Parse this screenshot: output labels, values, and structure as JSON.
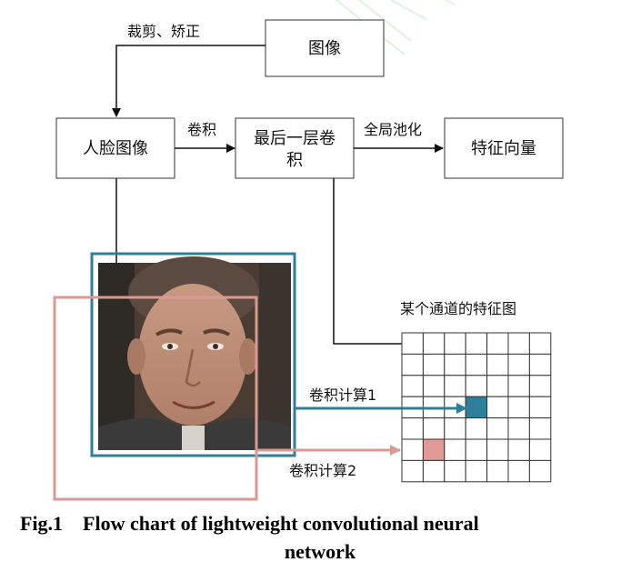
{
  "diagram": {
    "nodes": {
      "image": "图像",
      "face_image": "人脸图像",
      "last_conv_line1": "最后一层卷",
      "last_conv_line2": "积",
      "feature_vector": "特征向量"
    },
    "edges": {
      "crop_align": "裁剪、矫正",
      "convolution": "卷积",
      "global_pooling": "全局池化"
    },
    "feature_map": {
      "title": "某个通道的特征图",
      "rows": 7,
      "cols": 7,
      "highlight_1": {
        "row": 3,
        "col": 3
      },
      "highlight_2": {
        "row": 5,
        "col": 1
      }
    },
    "computations": {
      "calc_1": "卷积计算1",
      "calc_2": "卷积计算2"
    }
  },
  "colors": {
    "teal": "#2f7f98",
    "pink": "#d99a96",
    "cell_teal": "#2e7f9a",
    "cell_pink": "#e09a96",
    "watermark": "#c9f2c9"
  },
  "caption": {
    "line1": "Fig.1    Flow chart of lightweight convolutional neural",
    "line2": "network"
  }
}
